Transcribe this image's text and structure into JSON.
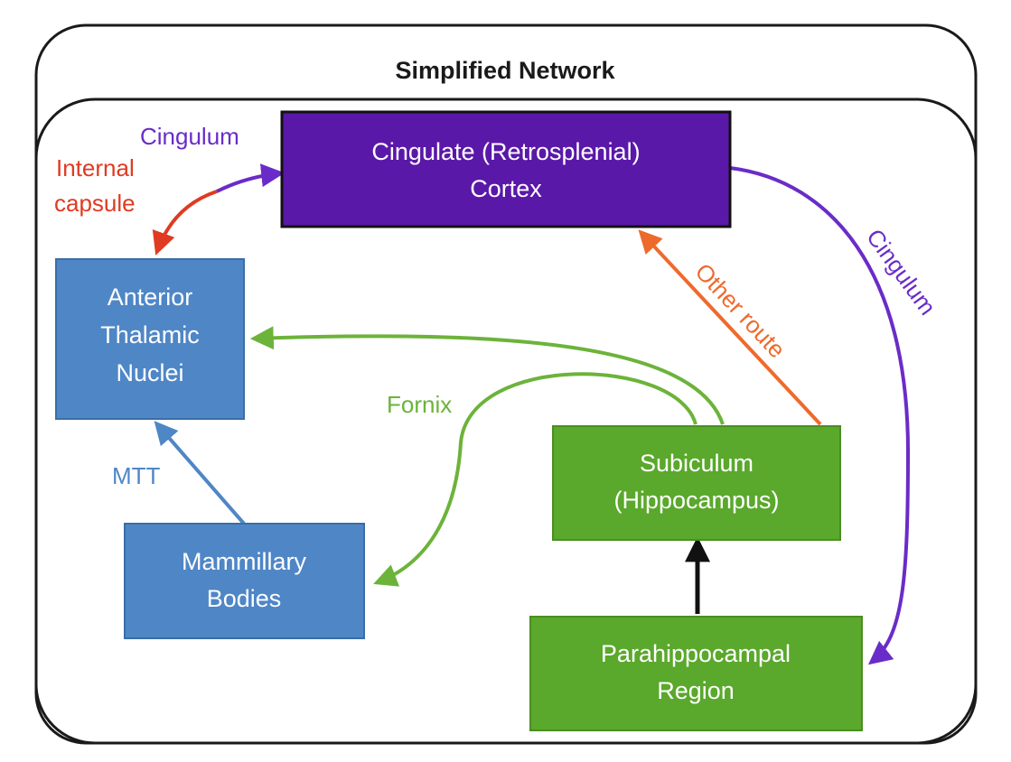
{
  "title": "Simplified Network",
  "colors": {
    "purple": "#5a18a8",
    "purple_arrow": "#6a2cc8",
    "blue": "#4f86c6",
    "blue_border": "#3a6ea5",
    "green": "#5aa82c",
    "green_border": "#4a8e22",
    "green_arrow": "#6cb33a",
    "red": "#e03a22",
    "orange": "#ee6a2c",
    "label_blue": "#4f86c6",
    "black": "#111111"
  },
  "nodes": {
    "cingulate": {
      "lines": [
        "Cingulate (Retrosplenial)",
        "Cortex"
      ]
    },
    "atn": {
      "lines": [
        "Anterior",
        "Thalamic",
        "Nuclei"
      ]
    },
    "mammillary": {
      "lines": [
        "Mammillary",
        "Bodies"
      ]
    },
    "subiculum": {
      "lines": [
        "Subiculum",
        "(Hippocampus)"
      ]
    },
    "parahippocampal": {
      "lines": [
        "Parahippocampal",
        "Region"
      ]
    }
  },
  "edge_labels": {
    "cingulum_left": "Cingulum",
    "internal_capsule": [
      "Internal",
      "capsule"
    ],
    "cingulum_right": "Cingulum",
    "other_route": "Other route",
    "fornix": "Fornix",
    "mtt": "MTT"
  }
}
